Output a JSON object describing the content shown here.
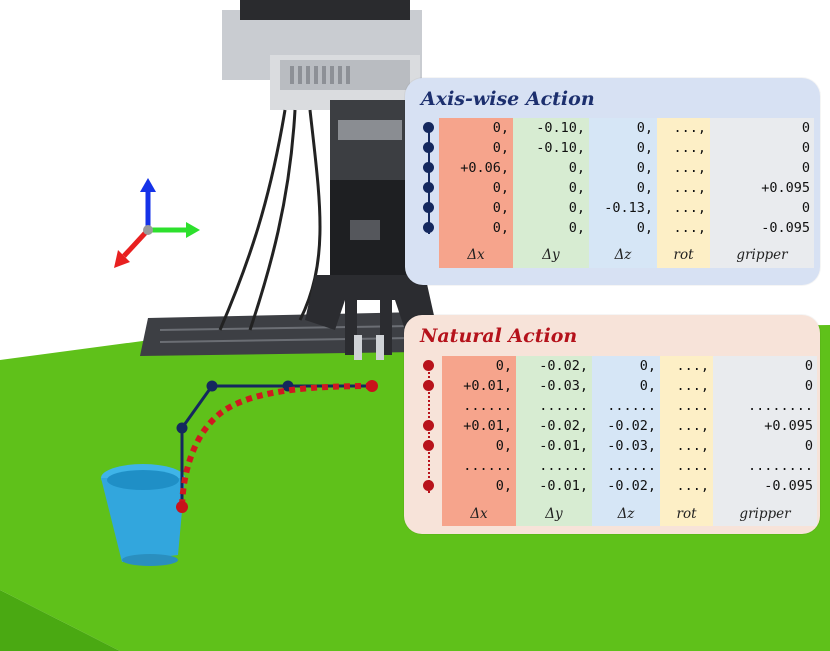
{
  "axis_panel": {
    "title": "Axis-wise Action",
    "headers": [
      "Δx",
      "Δy",
      "Δz",
      "rot",
      "gripper"
    ],
    "rows": [
      [
        "0,",
        "-0.10,",
        "0,",
        "...,",
        "0"
      ],
      [
        "0,",
        "-0.10,",
        "0,",
        "...,",
        "0"
      ],
      [
        "+0.06,",
        "0,",
        "0,",
        "...,",
        "0"
      ],
      [
        "0,",
        "0,",
        "0,",
        "...,",
        "+0.095"
      ],
      [
        "0,",
        "0,",
        "-0.13,",
        "...,",
        "0"
      ],
      [
        "0,",
        "0,",
        "0,",
        "...,",
        "-0.095"
      ]
    ]
  },
  "natural_panel": {
    "title": "Natural Action",
    "headers": [
      "Δx",
      "Δy",
      "Δz",
      "rot",
      "gripper"
    ],
    "rows": [
      [
        "0,",
        "-0.02,",
        "0,",
        "...,",
        "0"
      ],
      [
        "+0.01,",
        "-0.03,",
        "0,",
        "...,",
        "0"
      ],
      [
        "......",
        "......",
        "......",
        "....",
        "........"
      ],
      [
        "+0.01,",
        "-0.02,",
        "-0.02,",
        "...,",
        "+0.095"
      ],
      [
        "0,",
        "-0.01,",
        "-0.03,",
        "...,",
        "0"
      ],
      [
        "......",
        "......",
        "......",
        "....",
        "........"
      ],
      [
        "0,",
        "-0.01,",
        "-0.02,",
        "...,",
        "-0.095"
      ]
    ]
  },
  "colors": {
    "axis_accent": "#14285e",
    "natural_accent": "#b8121b",
    "col_dx": "#f6a48c",
    "col_dy": "#d7ecd2",
    "col_dz": "#d6e6f6",
    "col_rot": "#fdefc6",
    "col_gripper": "#e9ebee"
  }
}
